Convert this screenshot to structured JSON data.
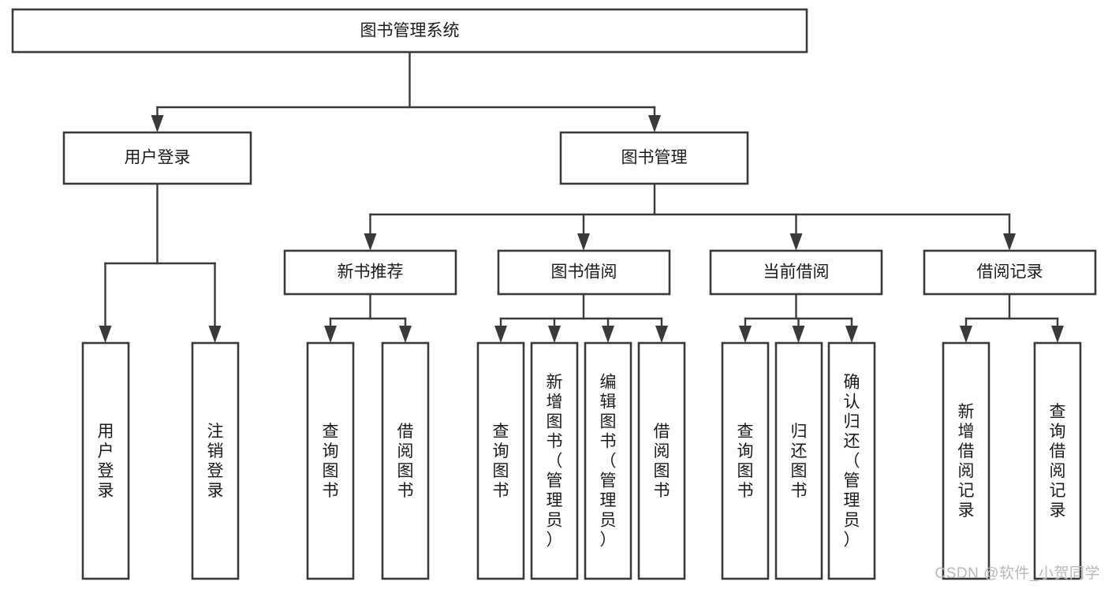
{
  "diagram": {
    "type": "tree",
    "title": "图书管理系统",
    "watermark": "CSDN @软件_小贺同学",
    "colors": {
      "stroke": "#3a3a3a",
      "box_fill": "#ffffff",
      "text": "#1b1b1b",
      "background": "#ffffff",
      "watermark": "#b9b9b9"
    },
    "nodes": {
      "root": {
        "label": "图书管理系统",
        "level": 1,
        "orientation": "horizontal"
      },
      "l2": [
        {
          "id": "user-login",
          "label": "用户登录",
          "level": 2,
          "orientation": "horizontal"
        },
        {
          "id": "book-manage",
          "label": "图书管理",
          "level": 2,
          "orientation": "horizontal"
        }
      ],
      "l3": [
        {
          "id": "new-book-recommend",
          "label": "新书推荐",
          "level": 3,
          "orientation": "horizontal"
        },
        {
          "id": "book-borrow",
          "label": "图书借阅",
          "level": 3,
          "orientation": "horizontal"
        },
        {
          "id": "current-borrow",
          "label": "当前借阅",
          "level": 3,
          "orientation": "horizontal"
        },
        {
          "id": "borrow-record",
          "label": "借阅记录",
          "level": 3,
          "orientation": "horizontal"
        }
      ],
      "leaves": [
        {
          "id": "leaf-user-login",
          "label": "用户登录",
          "parent": "user-login",
          "orientation": "vertical"
        },
        {
          "id": "leaf-logout",
          "label": "注销登录",
          "parent": "user-login",
          "orientation": "vertical"
        },
        {
          "id": "leaf-query-book-1",
          "label": "查询图书",
          "parent": "new-book-recommend",
          "orientation": "vertical"
        },
        {
          "id": "leaf-borrow-book-1",
          "label": "借阅图书",
          "parent": "new-book-recommend",
          "orientation": "vertical"
        },
        {
          "id": "leaf-query-book-2",
          "label": "查询图书",
          "parent": "book-borrow",
          "orientation": "vertical"
        },
        {
          "id": "leaf-add-book",
          "label": "新增图书（管理员）",
          "parent": "book-borrow",
          "orientation": "vertical"
        },
        {
          "id": "leaf-edit-book",
          "label": "编辑图书（管理员）",
          "parent": "book-borrow",
          "orientation": "vertical"
        },
        {
          "id": "leaf-borrow-book-2",
          "label": "借阅图书",
          "parent": "book-borrow",
          "orientation": "vertical"
        },
        {
          "id": "leaf-query-book-3",
          "label": "查询图书",
          "parent": "current-borrow",
          "orientation": "vertical"
        },
        {
          "id": "leaf-return-book",
          "label": "归还图书",
          "parent": "current-borrow",
          "orientation": "vertical"
        },
        {
          "id": "leaf-confirm-return",
          "label": "确认归还（管理员）",
          "parent": "current-borrow",
          "orientation": "vertical"
        },
        {
          "id": "leaf-add-record",
          "label": "新增借阅记录",
          "parent": "borrow-record",
          "orientation": "vertical"
        },
        {
          "id": "leaf-query-record",
          "label": "查询借阅记录",
          "parent": "borrow-record",
          "orientation": "vertical"
        }
      ]
    }
  }
}
